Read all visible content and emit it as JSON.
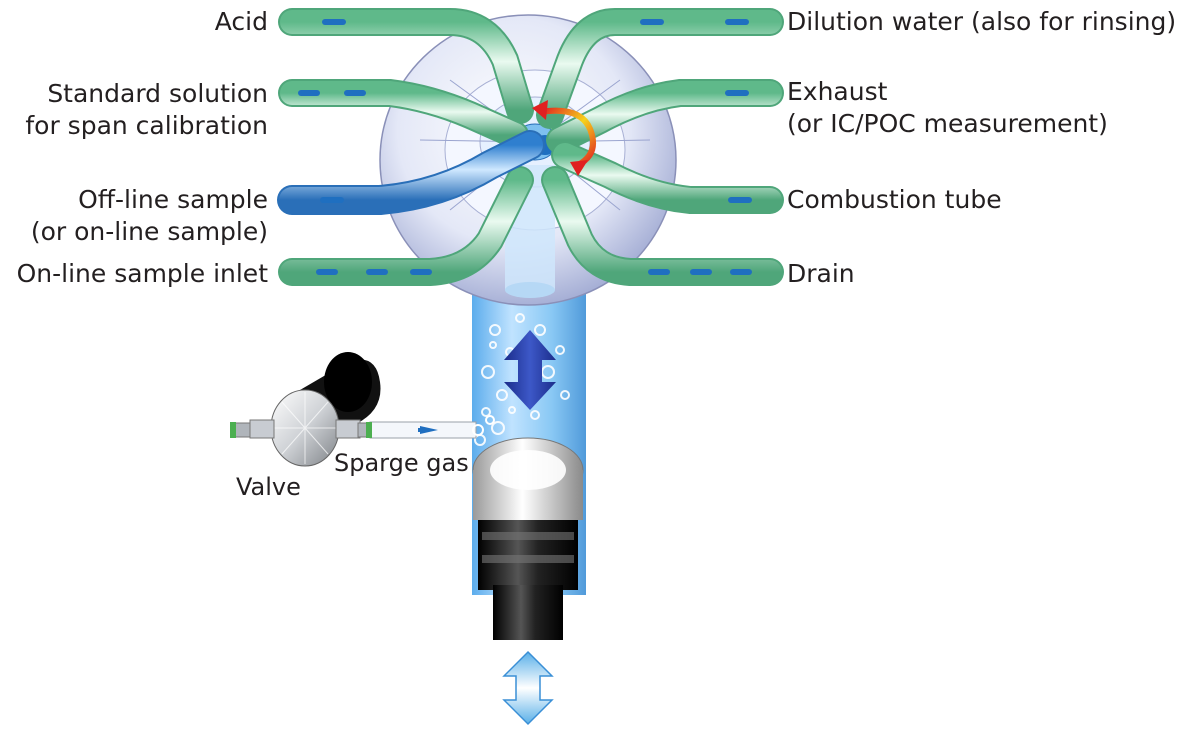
{
  "labels": {
    "acid": "Acid",
    "standard_line1": "Standard solution",
    "standard_line2": "for span calibration",
    "offline_line1": "Off-line sample",
    "offline_line2": "(or on-line sample)",
    "online_inlet": "On-line sample inlet",
    "dilution": "Dilution water (also for rinsing)",
    "exhaust_line1": "Exhaust",
    "exhaust_line2": "(or IC/POC measurement)",
    "combustion": "Combustion tube",
    "drain": "Drain",
    "sparge": "Sparge gas",
    "valve": "Valve"
  },
  "colors": {
    "port_tube": "#8fd0a6",
    "sample_tube": "#5aa0dc",
    "flow_arrow": "#1f6fc0",
    "syringe_blue": "#7ec0f0",
    "rotation_arrow": "#f6b21b",
    "rotation_arrow_tip": "#e02020",
    "piston": "#1a1a1a"
  }
}
